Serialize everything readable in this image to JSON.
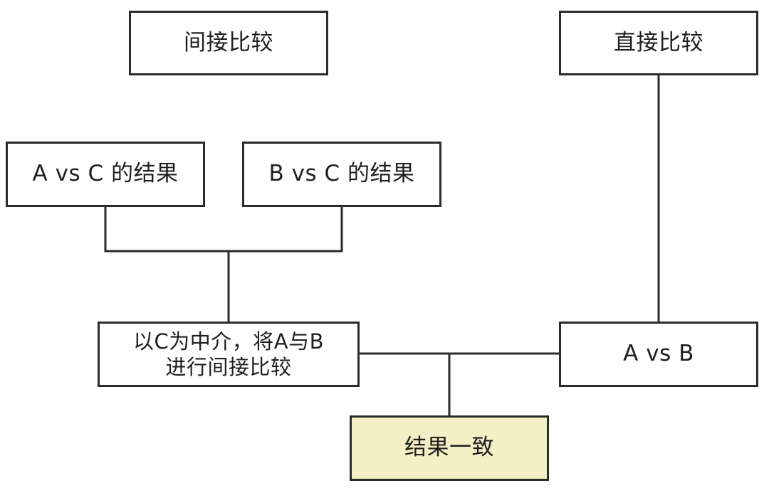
{
  "nodes": {
    "indirect_comparison": "间接比较",
    "direct_comparison": "直接比较",
    "a_vs_c_result": "A vs C 的结果",
    "b_vs_c_result": "B vs C 的结果",
    "mediator_line1": "以C为中介，将A与B",
    "mediator_line2": "进行间接比较",
    "a_vs_b": "A vs B",
    "consistent_result": "结果一致"
  },
  "colors": {
    "line": "#2b2b2b",
    "box_border": "#2b2b2b",
    "highlight_fill": "#f5efc6"
  }
}
